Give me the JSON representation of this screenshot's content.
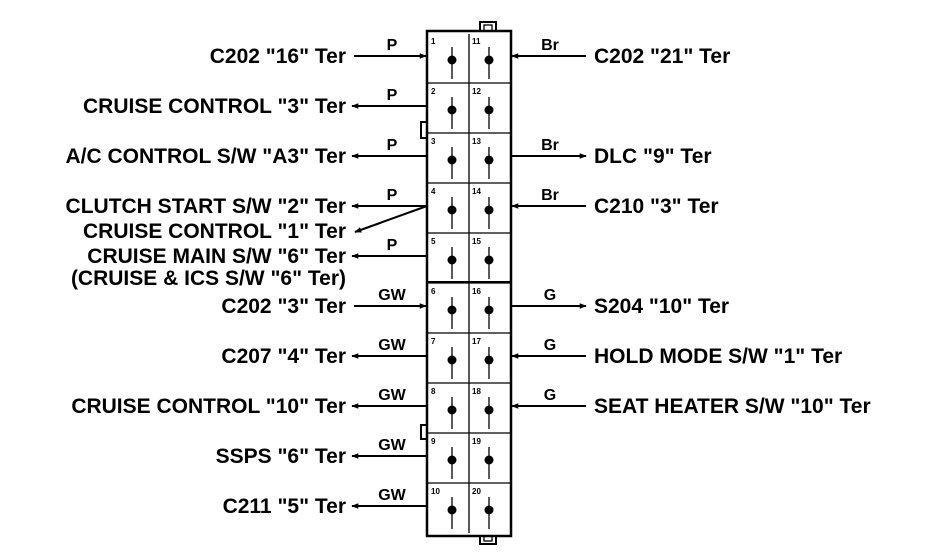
{
  "connector": {
    "left_pins": [
      {
        "pin": "1",
        "wire": "P",
        "label": "C202 \"16\" Ter",
        "direction": "in"
      },
      {
        "pin": "2",
        "wire": "P",
        "label": "CRUISE CONTROL \"3\" Ter",
        "direction": "out"
      },
      {
        "pin": "3",
        "wire": "P",
        "label": "A/C CONTROL S/W \"A3\" Ter",
        "direction": "out"
      },
      {
        "pin": "4",
        "wire": "P",
        "label": "CLUTCH START S/W \"2\" Ter",
        "direction": "out",
        "extra_label": "CRUISE CONTROL \"1\" Ter"
      },
      {
        "pin": "5",
        "wire": "P",
        "label": "CRUISE MAIN S/W \"6\" Ter",
        "direction": "out",
        "sub_label": "(CRUISE & ICS S/W \"6\" Ter)"
      },
      {
        "pin": "6",
        "wire": "GW",
        "label": "C202 \"3\" Ter",
        "direction": "in"
      },
      {
        "pin": "7",
        "wire": "GW",
        "label": "C207 \"4\" Ter",
        "direction": "out"
      },
      {
        "pin": "8",
        "wire": "GW",
        "label": "CRUISE CONTROL \"10\" Ter",
        "direction": "out"
      },
      {
        "pin": "9",
        "wire": "GW",
        "label": "SSPS \"6\" Ter",
        "direction": "out"
      },
      {
        "pin": "10",
        "wire": "GW",
        "label": "C211 \"5\" Ter",
        "direction": "out"
      }
    ],
    "right_pins": [
      {
        "pin": "11",
        "wire": "Br",
        "label": "C202 \"21\" Ter",
        "direction": "in"
      },
      {
        "pin": "12",
        "wire": "",
        "label": "",
        "direction": "none"
      },
      {
        "pin": "13",
        "wire": "Br",
        "label": "DLC \"9\" Ter",
        "direction": "out"
      },
      {
        "pin": "14",
        "wire": "Br",
        "label": "C210 \"3\" Ter",
        "direction": "in"
      },
      {
        "pin": "15",
        "wire": "",
        "label": "",
        "direction": "none"
      },
      {
        "pin": "16",
        "wire": "G",
        "label": "S204 \"10\" Ter",
        "direction": "out"
      },
      {
        "pin": "17",
        "wire": "G",
        "label": "HOLD MODE S/W \"1\" Ter",
        "direction": "in"
      },
      {
        "pin": "18",
        "wire": "G",
        "label": "SEAT HEATER S/W \"10\" Ter",
        "direction": "in"
      },
      {
        "pin": "19",
        "wire": "",
        "label": "",
        "direction": "none"
      },
      {
        "pin": "20",
        "wire": "",
        "label": "",
        "direction": "none"
      }
    ]
  }
}
